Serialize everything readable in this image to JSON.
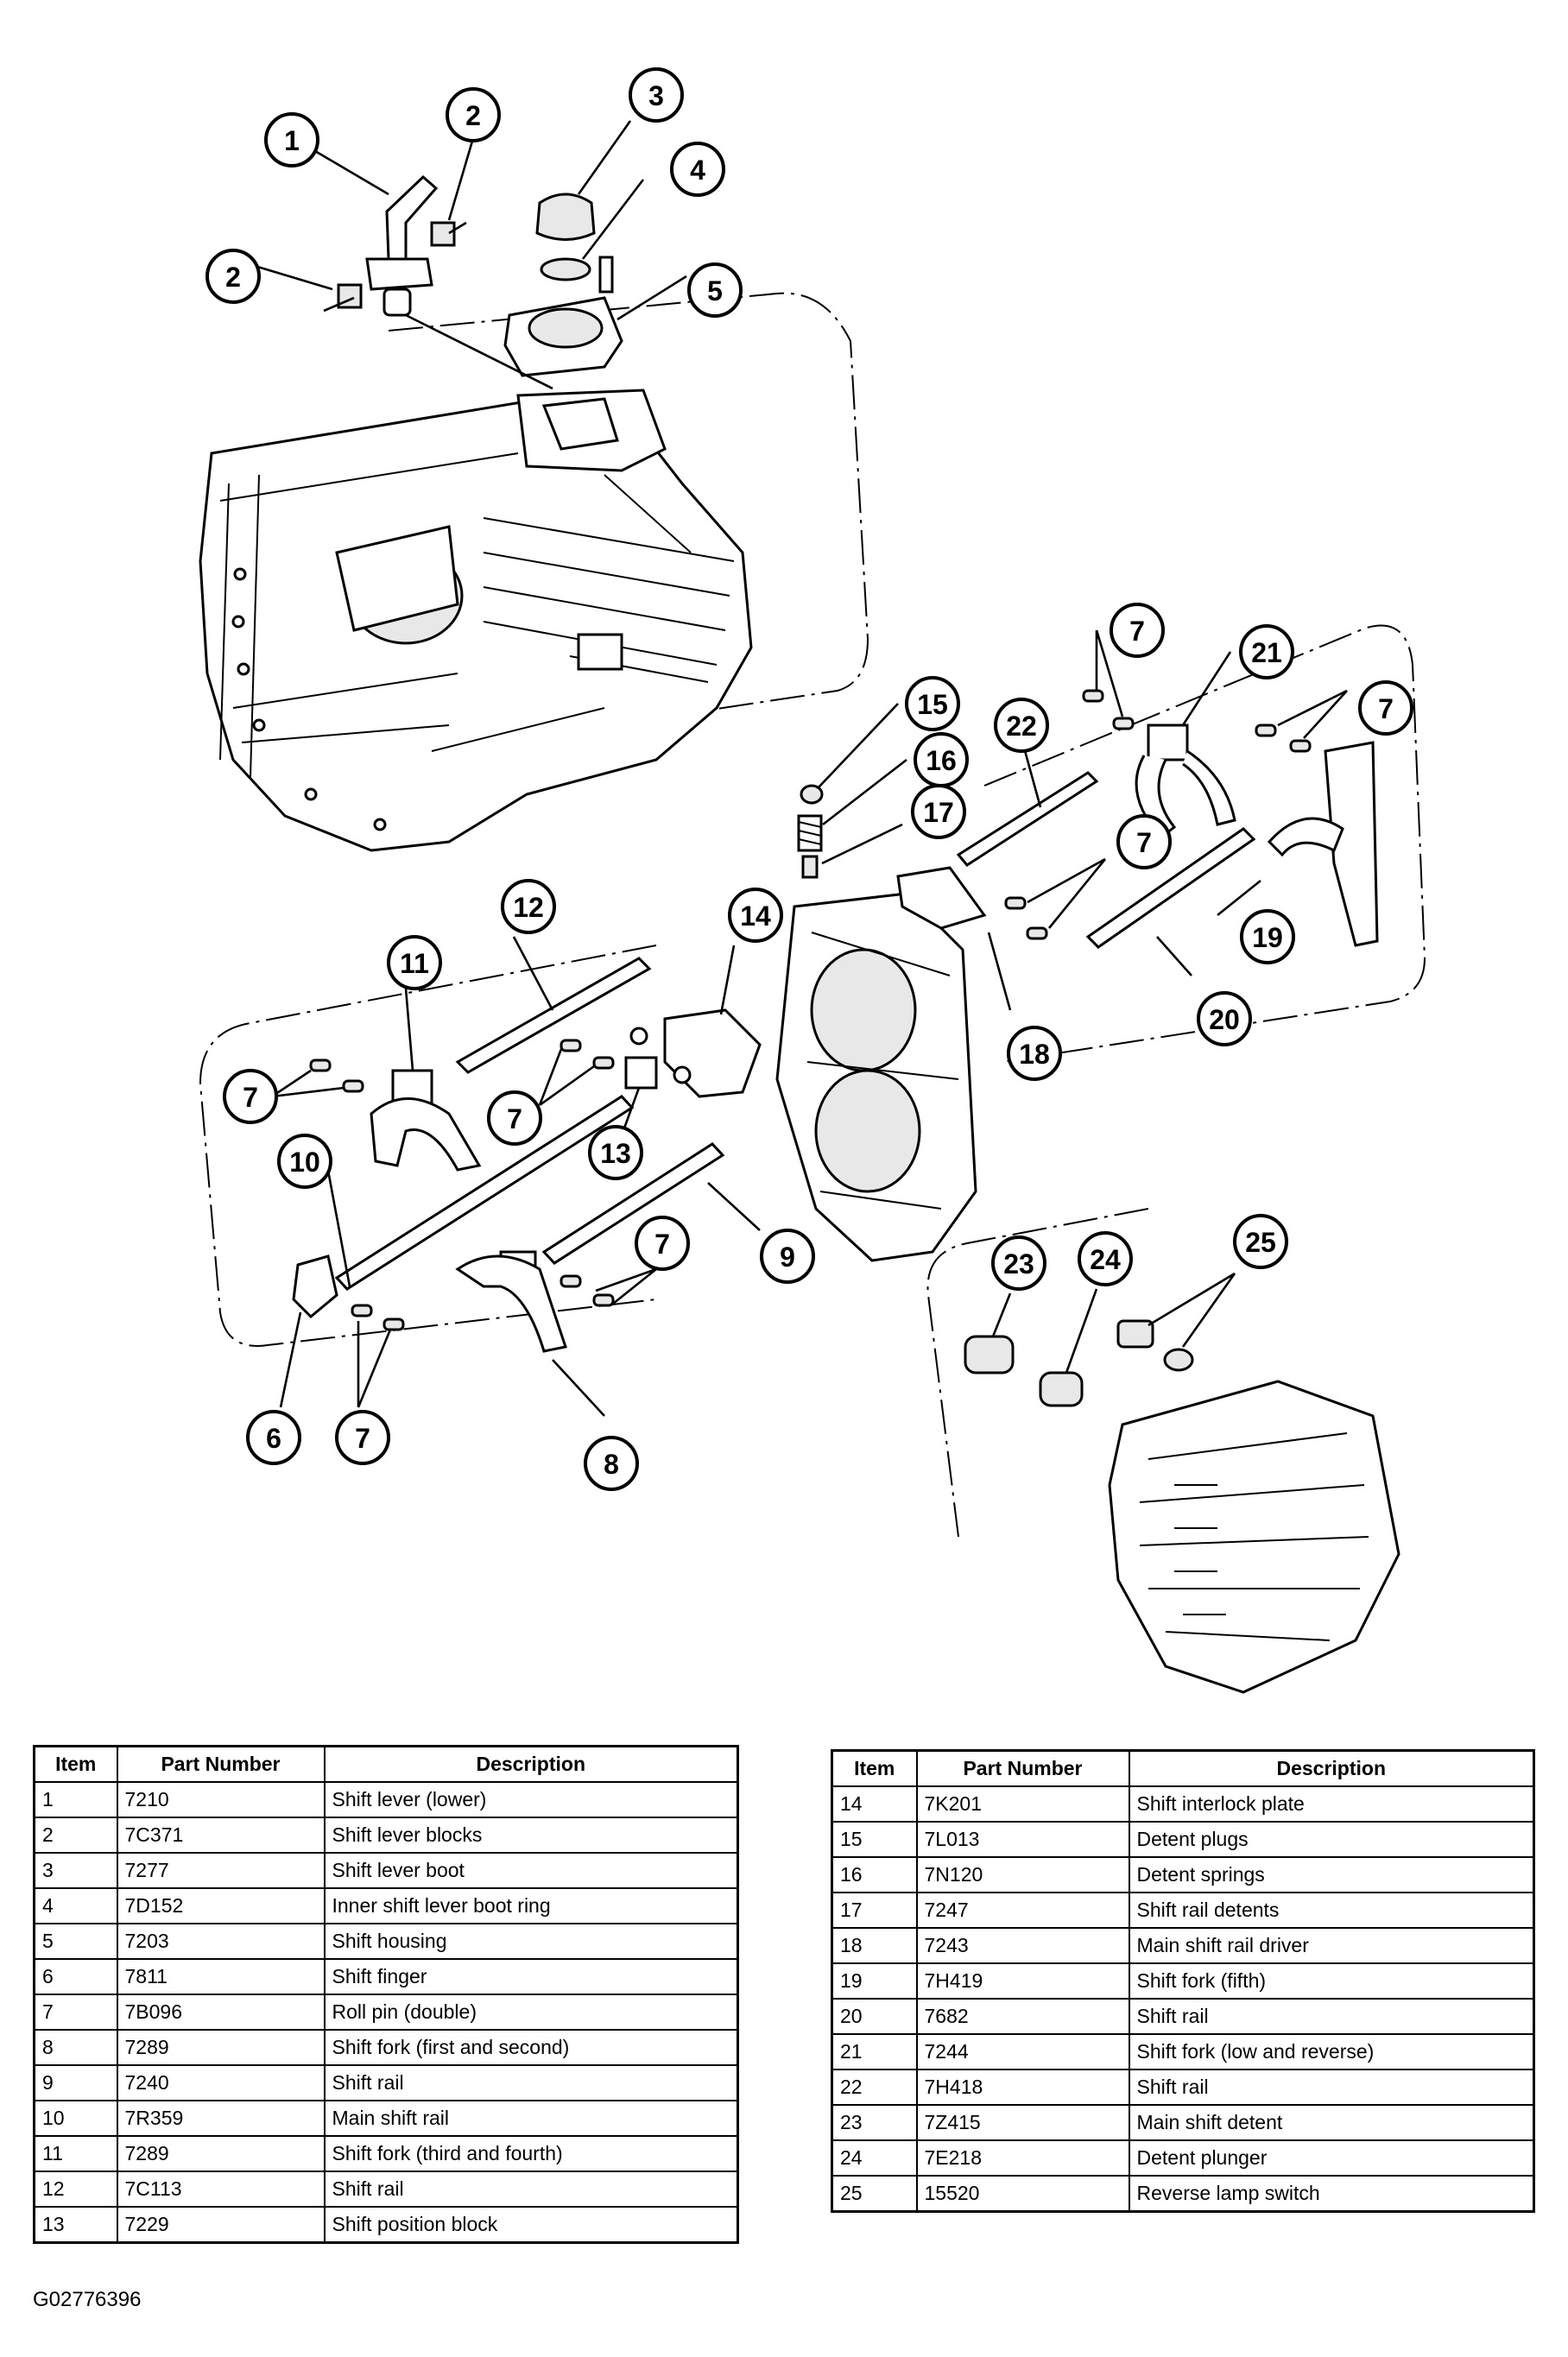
{
  "callouts": [
    {
      "label": "1"
    },
    {
      "label": "2"
    },
    {
      "label": "2"
    },
    {
      "label": "3"
    },
    {
      "label": "4"
    },
    {
      "label": "5"
    },
    {
      "label": "7"
    },
    {
      "label": "21"
    },
    {
      "label": "7"
    },
    {
      "label": "15"
    },
    {
      "label": "22"
    },
    {
      "label": "16"
    },
    {
      "label": "17"
    },
    {
      "label": "7"
    },
    {
      "label": "19"
    },
    {
      "label": "12"
    },
    {
      "label": "14"
    },
    {
      "label": "11"
    },
    {
      "label": "20"
    },
    {
      "label": "18"
    },
    {
      "label": "7"
    },
    {
      "label": "7"
    },
    {
      "label": "13"
    },
    {
      "label": "10"
    },
    {
      "label": "9"
    },
    {
      "label": "7"
    },
    {
      "label": "25"
    },
    {
      "label": "23"
    },
    {
      "label": "24"
    },
    {
      "label": "6"
    },
    {
      "label": "7"
    },
    {
      "label": "8"
    }
  ],
  "table_headers": {
    "item": "Item",
    "part_number": "Part Number",
    "description": "Description"
  },
  "parts_left": [
    {
      "item": "1",
      "part_number": "7210",
      "description": "Shift lever (lower)"
    },
    {
      "item": "2",
      "part_number": "7C371",
      "description": "Shift lever blocks"
    },
    {
      "item": "3",
      "part_number": "7277",
      "description": "Shift lever boot"
    },
    {
      "item": "4",
      "part_number": "7D152",
      "description": "Inner shift lever boot ring"
    },
    {
      "item": "5",
      "part_number": "7203",
      "description": "Shift housing"
    },
    {
      "item": "6",
      "part_number": "7811",
      "description": "Shift finger"
    },
    {
      "item": "7",
      "part_number": "7B096",
      "description": "Roll pin (double)"
    },
    {
      "item": "8",
      "part_number": "7289",
      "description": "Shift fork (first and second)"
    },
    {
      "item": "9",
      "part_number": "7240",
      "description": "Shift rail"
    },
    {
      "item": "10",
      "part_number": "7R359",
      "description": "Main shift rail"
    },
    {
      "item": "11",
      "part_number": "7289",
      "description": "Shift fork (third and fourth)"
    },
    {
      "item": "12",
      "part_number": "7C113",
      "description": "Shift rail"
    },
    {
      "item": "13",
      "part_number": "7229",
      "description": "Shift position block"
    }
  ],
  "parts_right": [
    {
      "item": "14",
      "part_number": "7K201",
      "description": "Shift interlock plate"
    },
    {
      "item": "15",
      "part_number": "7L013",
      "description": "Detent plugs"
    },
    {
      "item": "16",
      "part_number": "7N120",
      "description": "Detent springs"
    },
    {
      "item": "17",
      "part_number": "7247",
      "description": "Shift rail detents"
    },
    {
      "item": "18",
      "part_number": "7243",
      "description": "Main shift rail driver"
    },
    {
      "item": "19",
      "part_number": "7H419",
      "description": "Shift fork (fifth)"
    },
    {
      "item": "20",
      "part_number": "7682",
      "description": "Shift rail"
    },
    {
      "item": "21",
      "part_number": "7244",
      "description": "Shift fork (low and reverse)"
    },
    {
      "item": "22",
      "part_number": "7H418",
      "description": "Shift rail"
    },
    {
      "item": "23",
      "part_number": "7Z415",
      "description": "Main shift detent"
    },
    {
      "item": "24",
      "part_number": "7E218",
      "description": "Detent plunger"
    },
    {
      "item": "25",
      "part_number": "15520",
      "description": "Reverse lamp switch"
    }
  ],
  "figure_code": "G02776396"
}
